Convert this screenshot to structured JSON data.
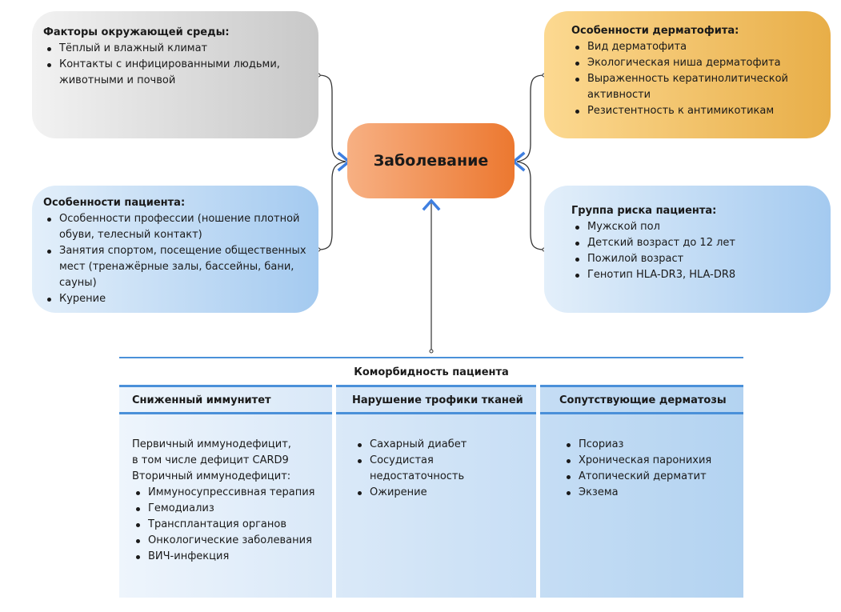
{
  "center": {
    "label": "Заболевание"
  },
  "environment": {
    "title": "Факторы окружающей среды:",
    "items": [
      "Тёплый и влажный климат",
      "Контакты с инфицированными людьми, животными и почвой"
    ]
  },
  "dermatophyte": {
    "title": "Особенности дерматофита:",
    "items": [
      "Вид дерматофита",
      "Экологическая ниша дерматофита",
      "Выраженность кератинолитической активности",
      "Резистентность к антимикотикам"
    ]
  },
  "patient": {
    "title": "Особенности пациента:",
    "items": [
      "Особенности профессии (ношение плотной обуви, телесный контакт)",
      "Занятия спортом, посещение общественных мест (тренажёрные залы, бассейны, бани, сауны)",
      "Курение"
    ]
  },
  "risk_group": {
    "title": "Группа риска пациента:",
    "items": [
      "Мужской пол",
      "Детский возраст до 12 лет",
      "Пожилой возраст",
      "Генотип HLA-DR3, HLA-DR8"
    ]
  },
  "comorbidity": {
    "title": "Коморбидность пациента",
    "columns": [
      {
        "header": "Сниженный иммунитет",
        "lines": [
          "Первичный иммунодефицит,",
          "в том числе дефицит CARD9",
          "Вторичный иммунодефицит:"
        ],
        "items": [
          "Иммуносупрессивная терапия",
          "Гемодиализ",
          "Трансплантация органов",
          "Онкологические заболевания",
          "ВИЧ-инфекция"
        ]
      },
      {
        "header": "Нарушение трофики тканей",
        "items": [
          "Сахарный диабет",
          "Сосудистая недостаточность",
          "Ожирение"
        ]
      },
      {
        "header": "Сопутствующие дерматозы",
        "items": [
          "Псориаз",
          "Хроническая паронихия",
          "Атопический дерматит",
          "Экзема"
        ]
      }
    ]
  },
  "colors": {
    "arrow": "#3f7fe0",
    "connector": "#333333",
    "accent_line": "#4a90d9",
    "center_fill_start": "#f7b083",
    "center_fill_end": "#ec7830"
  }
}
